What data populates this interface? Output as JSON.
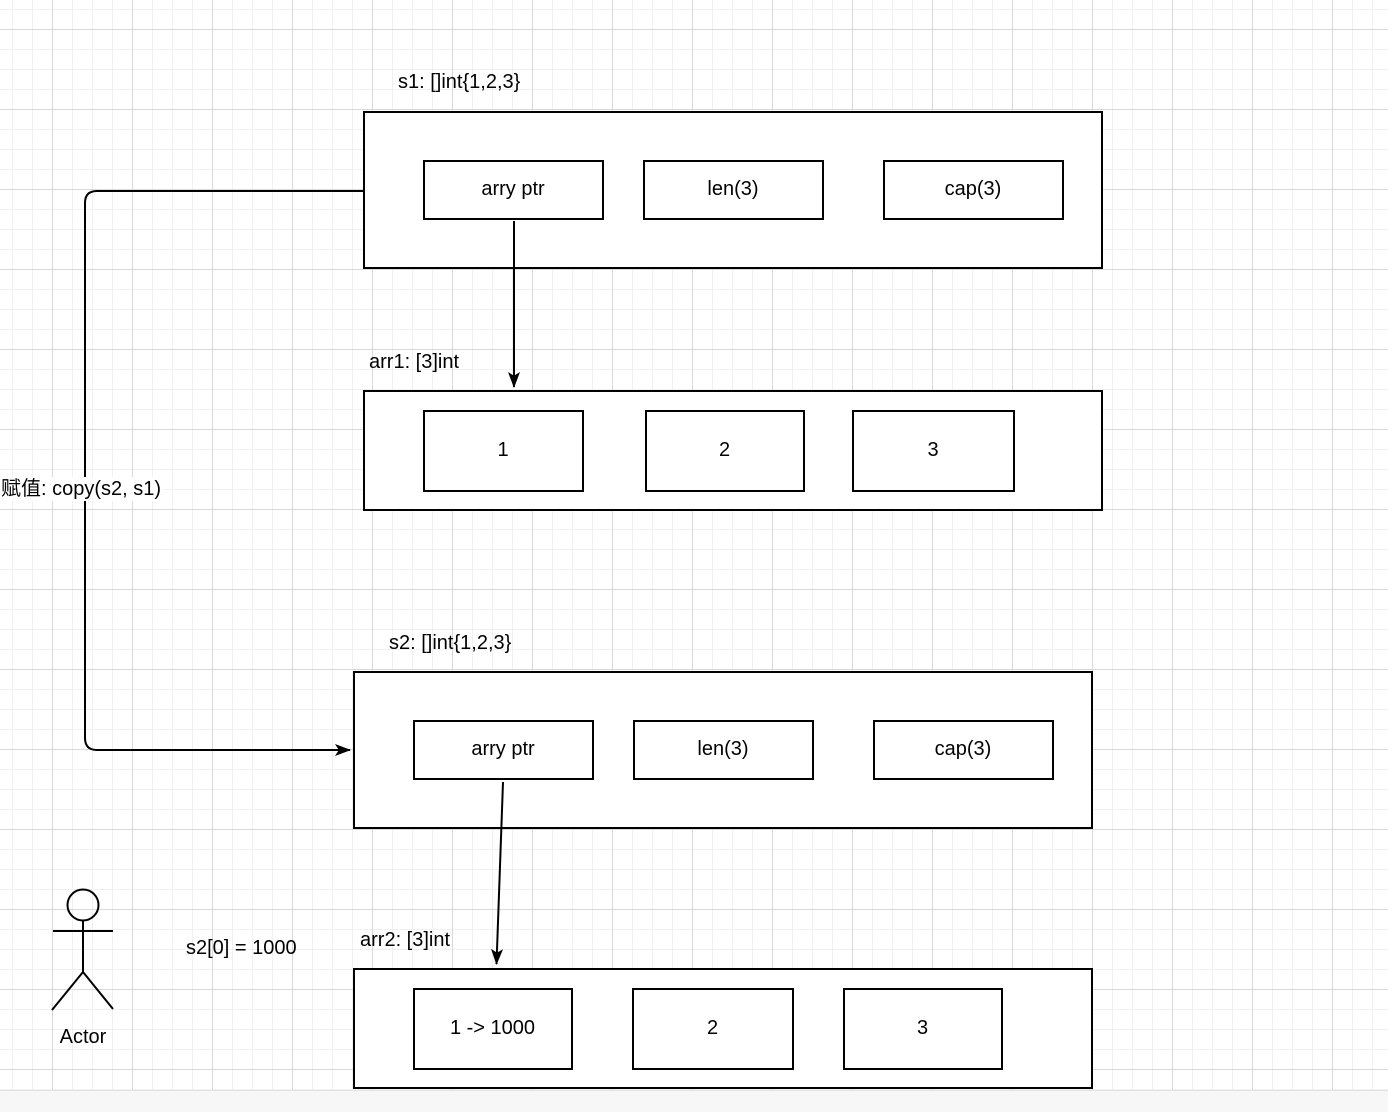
{
  "nodes": {
    "s1": {
      "title": "s1: []int{1,2,3}",
      "cells": [
        "arry ptr",
        "len(3)",
        "cap(3)"
      ]
    },
    "arr1": {
      "title": "arr1: [3]int",
      "cells": [
        "1",
        "2",
        "3"
      ]
    },
    "s2": {
      "title": "s2: []int{1,2,3}",
      "cells": [
        "arry ptr",
        "len(3)",
        "cap(3)"
      ]
    },
    "arr2": {
      "title": "arr2: [3]int",
      "cells": [
        "1 -> 1000",
        "2",
        "3"
      ]
    }
  },
  "labels": {
    "copy_edge": "赋值: copy(s2, s1)",
    "assignment": "s2[0] = 1000",
    "actor": "Actor"
  },
  "colors": {
    "stroke": "#000000",
    "canvas": "#ffffff",
    "grid_minor": "#f0f0f0",
    "grid_major": "#d9d9d9",
    "page_margin": "#f7f7f7"
  }
}
